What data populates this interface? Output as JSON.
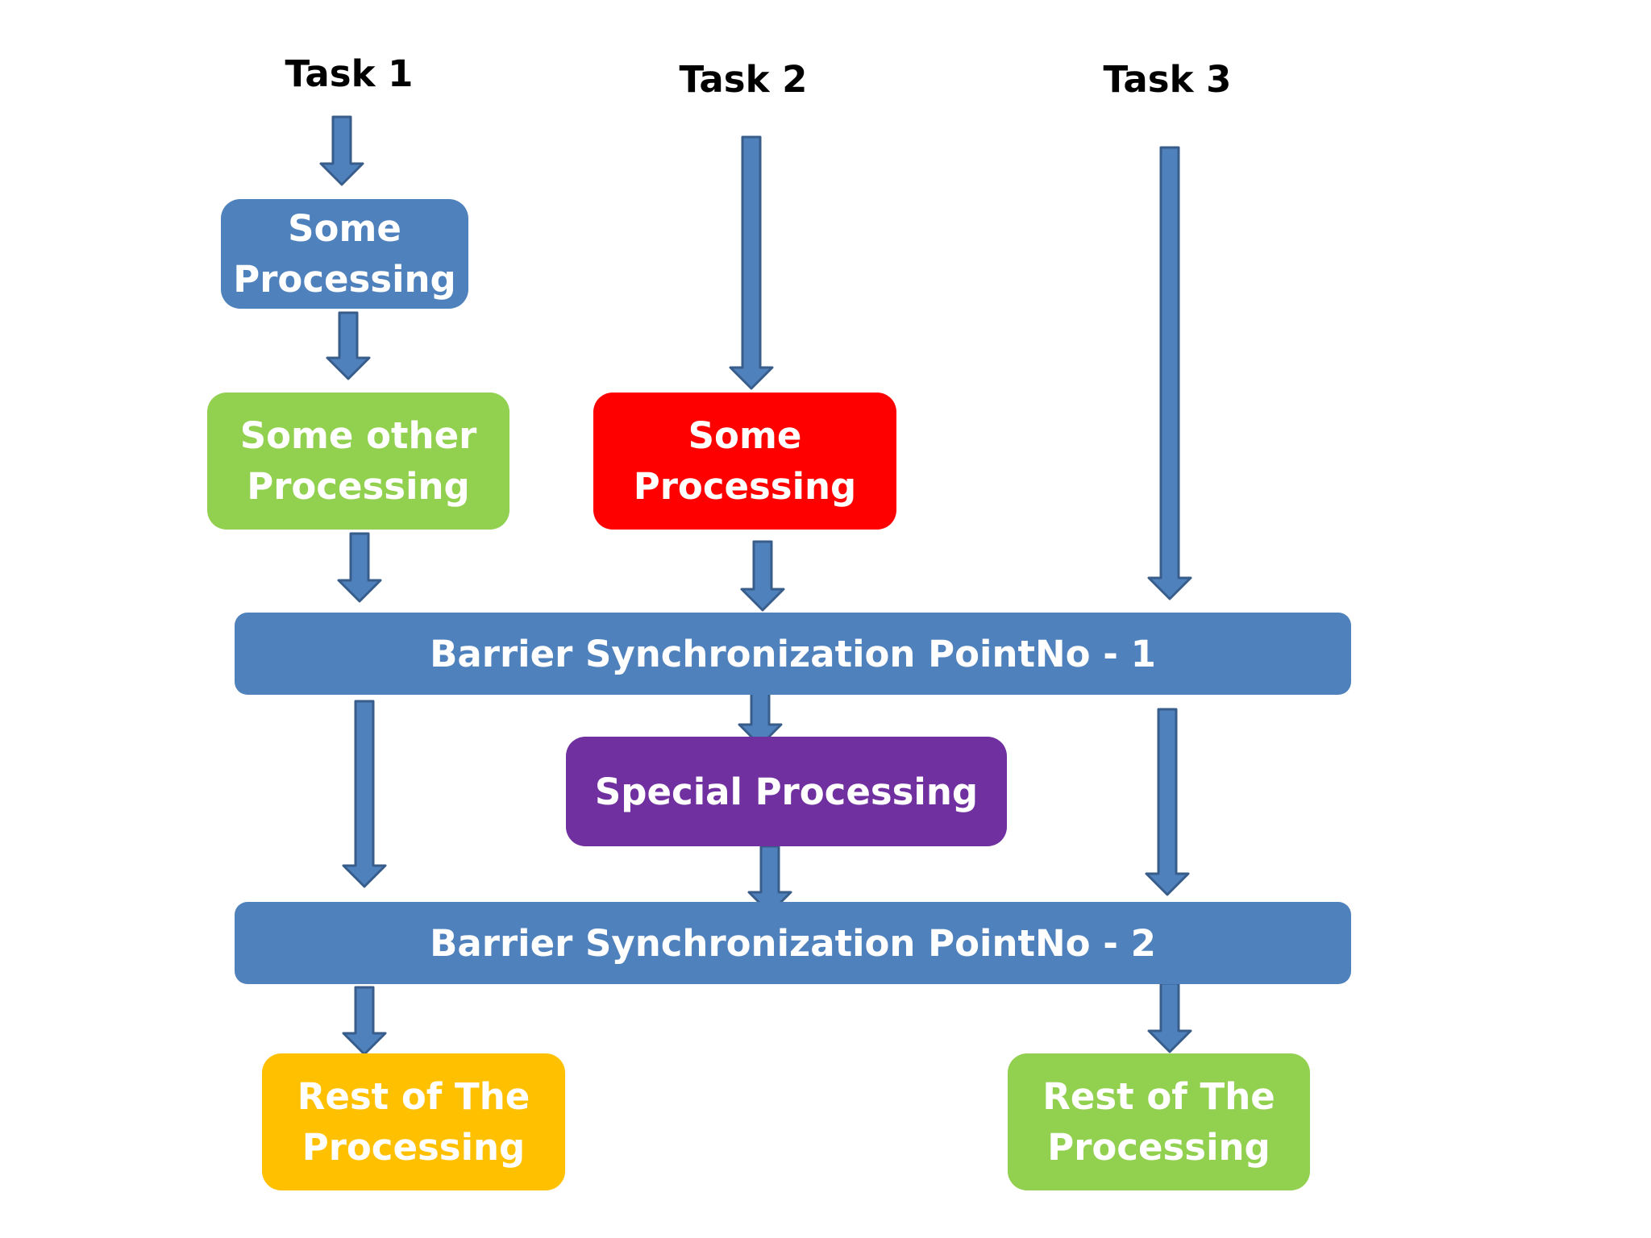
{
  "tasks": [
    {
      "label": "Task 1"
    },
    {
      "label": "Task 2"
    },
    {
      "label": "Task 3"
    }
  ],
  "boxes": {
    "task1_some_processing": "Some\nProcessing",
    "task1_some_other_processing": "Some  other\nProcessing",
    "task2_some_processing": "Some\nProcessing",
    "special_processing": "Special Processing",
    "rest_task1": "Rest of The\nProcessing",
    "rest_task3": "Rest of The\nProcessing"
  },
  "barriers": {
    "barrier1": "Barrier Synchronization PointNo - 1",
    "barrier2": "Barrier Synchronization PointNo - 2"
  },
  "colors": {
    "blue": "#4f81bd",
    "green": "#92d050",
    "red": "#ff0000",
    "purple": "#7030a0",
    "orange": "#ffc000",
    "arrow_fill": "#4f81bd",
    "arrow_stroke": "#385d8a"
  }
}
